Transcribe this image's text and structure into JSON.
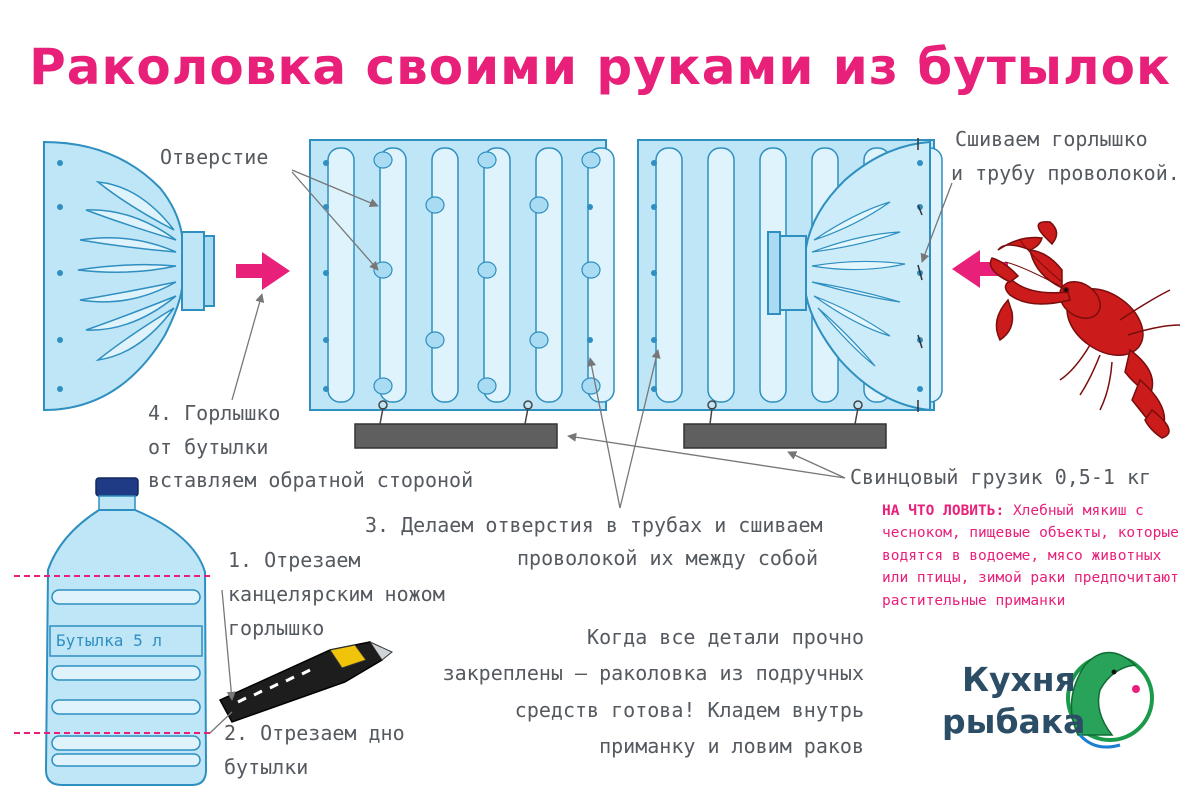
{
  "title": "Раколовка своими руками из бутылок",
  "labels": {
    "hole": "Отверстие",
    "stitch_line1": "Сшиваем горлышко",
    "stitch_line2": "и трубу проволокой.",
    "neck_line1": "4. Горлышко",
    "neck_line2": "от бутылки",
    "neck_line3": "вставляем обратной стороной",
    "sinker": "Свинцовый грузик 0,5-1 кг",
    "holes_line1": "3. Делаем отверстия в трубах и сшиваем",
    "holes_line2": "проволокой их между собой",
    "cut_neck_line1": "1. Отрезаем",
    "cut_neck_line2": "канцелярским ножом",
    "cut_neck_line3": "горлышко",
    "cut_bottom_line1": "2. Отрезаем дно",
    "cut_bottom_line2": "бутылки",
    "bottle_label": "Бутылка 5 л",
    "final_line1": "Когда все детали прочно",
    "final_line2": "закреплены — раколовка из подручных",
    "final_line3": "средств готова! Кладем внутрь",
    "final_line4": "приманку и ловим раков"
  },
  "bait_note": {
    "heading": "НА ЧТО ЛОВИТЬ:",
    "text": "Хлебный мякиш с чесноком, пищевые объекты, которые водятся в водоеме, мясо животных или птицы, зимой раки предпочитают растительные приманки"
  },
  "brand": {
    "line1": "Кухня",
    "line2": "рыбака"
  },
  "icons": [
    "arrow-right-icon",
    "arrow-left-icon",
    "crayfish-icon",
    "utility-knife-icon",
    "fish-logo-icon",
    "water-bottle-icon"
  ],
  "colors": {
    "accent": "#e8207a",
    "plastic": "#bfe6f7",
    "plastic_stroke": "#2e8fc0",
    "weight": "#5f5f5f",
    "text": "#555a60",
    "brand": "#2c4d66",
    "crayfish": "#cc1b1b"
  }
}
